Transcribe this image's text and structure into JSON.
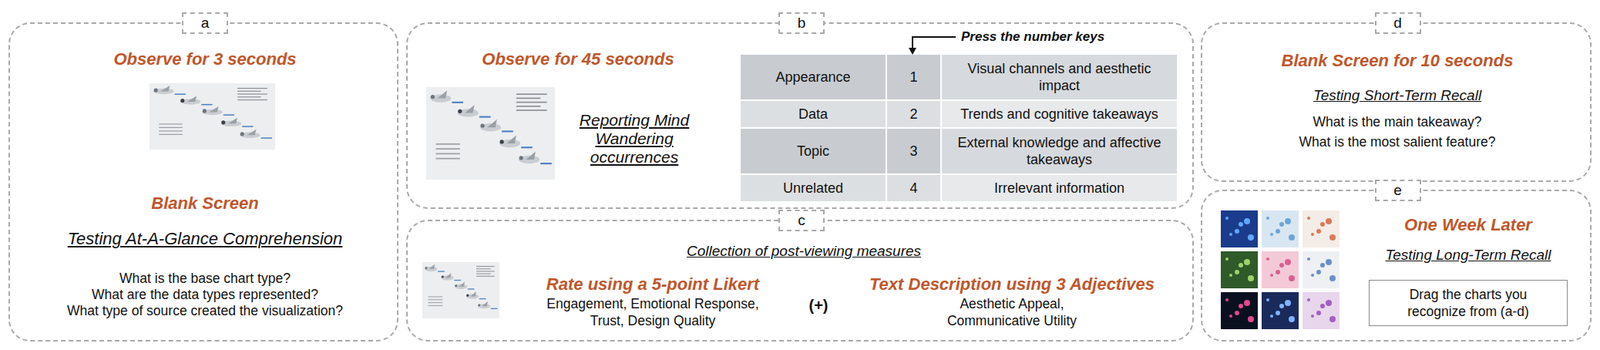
{
  "diagram": {
    "nodes": [
      {
        "text": [
          "a",
          "Observe for 3 seconds",
          "Blank Screen",
          "Testing At-A-Glance Comprehension",
          "What is the base chart type?",
          "What are the data types represented?",
          "What type of source created the visualization?"
        ]
      },
      {
        "text": [
          "b",
          "Observe for 45 seconds",
          "Reporting Mind Wandering occurrences"
        ]
      },
      {
        "text": [
          "c",
          "Collection of post-viewing measures",
          "Rate using a 5-point Likert",
          "Engagement, Emotional Response, Trust, Design Quality",
          "(+)",
          "Text Description using 3 Adjectives",
          "Aesthetic Appeal, Communicative Utility"
        ]
      },
      {
        "text": [
          "d",
          "Blank Screen for 10 seconds",
          "Testing Short-Term Recall",
          "What is the main takeaway?",
          "What is the most salient feature?"
        ]
      },
      {
        "text": [
          "e",
          "One Week Later",
          "Testing Long-Term Recall"
        ]
      },
      {
        "text": [
          "Drag the charts you recognize from (a-d)"
        ],
        "in": 4
      }
    ],
    "labels": [
      "Press the number keys",
      "Appearance",
      "1",
      "Visual channels and aesthetic impact",
      "Data",
      "2",
      "Trends and cognitive takeaways",
      "Topic",
      "3",
      "External knowledge and affective takeaways",
      "Unrelated",
      "4",
      "Irrelevant information"
    ]
  }
}
